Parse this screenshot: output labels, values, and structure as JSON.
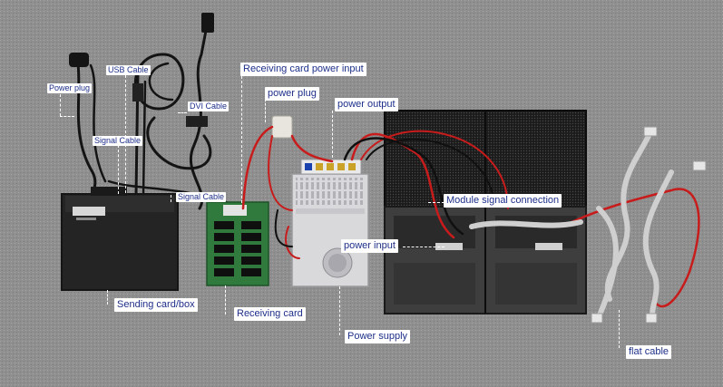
{
  "labels": {
    "power_plug_left": "Power plug",
    "usb_cable": "USB Cable",
    "dvi_cable": "DVI Cable",
    "signal_cable_1": "Signal Cable",
    "signal_cable_2": "Signal Cable",
    "receiving_card_power_input": "Receiving card power input",
    "power_plug": "power plug",
    "power_output": "power output",
    "module_signal_connection": "Module signal connection",
    "power_input": "power input",
    "sending_card_box": "Sending card/box",
    "receiving_card": "Receiving card",
    "power_supply": "Power supply",
    "flat_cable": "flat cable"
  },
  "colors": {
    "background": "#8e8f8e",
    "label_text": "#1d2f8a",
    "label_bg": "#ffffff",
    "red_wire": "#c81c1c",
    "black_cable": "#141414",
    "receiving_card_pcb": "#2f7a3c",
    "power_supply_case": "#d9d9dc"
  }
}
